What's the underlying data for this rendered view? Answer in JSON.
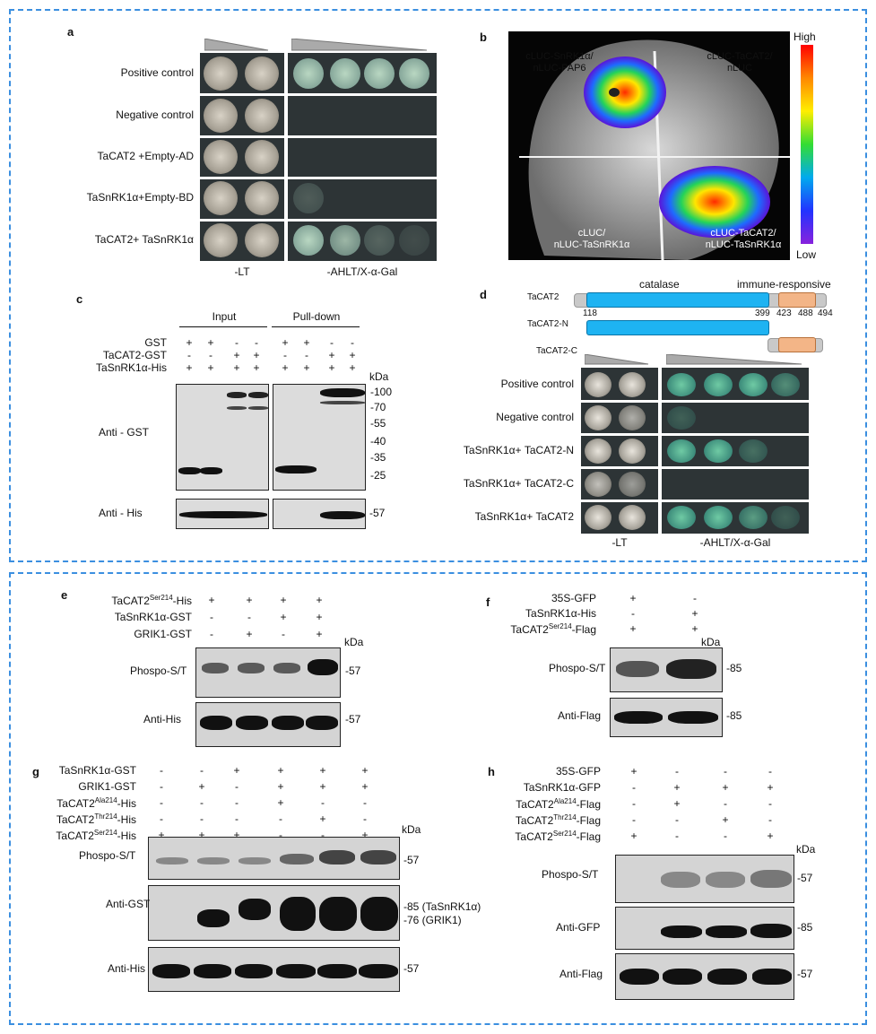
{
  "panels": {
    "a": {
      "label": "a",
      "rows": [
        "Positive control",
        "Negative control",
        "TaCAT2 +Empty-AD",
        "TaSnRK1α+Empty-BD",
        "TaCAT2+ TaSnRK1α"
      ],
      "media_lt": "-LT",
      "media_ahlt": "-AHLT/X-α-Gal"
    },
    "b": {
      "label": "b",
      "quadrants": {
        "tl": [
          "cLUC-SnRK1α/",
          "nLUC-PAP6"
        ],
        "tr": [
          "cLUC-TaCAT2/",
          "nLUC"
        ],
        "bl": [
          "cLUC/",
          "nLUC-TaSnRK1α"
        ],
        "br": [
          "cLUC-TaCAT2/",
          "nLUC-TaSnRK1α"
        ]
      },
      "scale_high": "High",
      "scale_low": "Low"
    },
    "c": {
      "label": "c",
      "group_input": "Input",
      "group_pulldown": "Pull-down",
      "rows": [
        {
          "name": "GST",
          "signs": [
            "+",
            "+",
            "-",
            "-",
            "+",
            "+",
            "-",
            "-"
          ]
        },
        {
          "name": "TaCAT2-GST",
          "signs": [
            "-",
            "-",
            "+",
            "+",
            "-",
            "-",
            "+",
            "+"
          ]
        },
        {
          "name": "TaSnRK1α-His",
          "signs": [
            "+",
            "+",
            "+",
            "+",
            "+",
            "+",
            "+",
            "+"
          ]
        }
      ],
      "kda": "kDa",
      "markers": [
        "-100",
        "-70",
        "-55",
        "-40",
        "-35",
        "-25"
      ],
      "his_marker": "-57",
      "blot_gst": "Anti - GST",
      "blot_his": "Anti - His"
    },
    "d": {
      "label": "d",
      "domain_catalase": "catalase",
      "domain_immune": "immune-responsive",
      "constructs": [
        "TaCAT2",
        "TaCAT2-N",
        "TaCAT2-C"
      ],
      "positions": [
        "118",
        "399",
        "423",
        "488",
        "494"
      ],
      "rows": [
        "Positive control",
        "Negative control",
        "TaSnRK1α+ TaCAT2-N",
        "TaSnRK1α+ TaCAT2-C",
        "TaSnRK1α+ TaCAT2"
      ],
      "media_lt": "-LT",
      "media_ahlt": "-AHLT/X-α-Gal"
    },
    "e": {
      "label": "e",
      "rows": [
        {
          "name": "TaCAT2",
          "sup": "Ser214",
          "suffix": "-His",
          "signs": [
            "+",
            "+",
            "+",
            "+"
          ]
        },
        {
          "name": "TaSnRK1α-GST",
          "sup": "",
          "suffix": "",
          "signs": [
            "-",
            "-",
            "+",
            "+"
          ]
        },
        {
          "name": "GRIK1-GST",
          "sup": "",
          "suffix": "",
          "signs": [
            "-",
            "+",
            "-",
            "+"
          ]
        }
      ],
      "kda": "kDa",
      "blot1": "Phospo-S/T",
      "blot1_marker": "-57",
      "blot2": "Anti-His",
      "blot2_marker": "-57"
    },
    "f": {
      "label": "f",
      "rows": [
        {
          "name": "35S-GFP",
          "sup": "",
          "suffix": "",
          "signs": [
            "+",
            "-"
          ]
        },
        {
          "name": "TaSnRK1α-His",
          "sup": "",
          "suffix": "",
          "signs": [
            "-",
            "+"
          ]
        },
        {
          "name": "TaCAT2",
          "sup": "Ser214",
          "suffix": "-Flag",
          "signs": [
            "+",
            "+"
          ]
        }
      ],
      "kda": "kDa",
      "blot1": "Phospo-S/T",
      "blot1_marker": "-85",
      "blot2": "Anti-Flag",
      "blot2_marker": "-85"
    },
    "g": {
      "label": "g",
      "rows": [
        {
          "name": "TaSnRK1α-GST",
          "sup": "",
          "suffix": "",
          "signs": [
            "-",
            "-",
            "+",
            "+",
            "+",
            "+"
          ]
        },
        {
          "name": "GRIK1-GST",
          "sup": "",
          "suffix": "",
          "signs": [
            "-",
            "+",
            "-",
            "+",
            "+",
            "+"
          ]
        },
        {
          "name": "TaCAT2",
          "sup": "Ala214",
          "suffix": "-His",
          "signs": [
            "-",
            "-",
            "-",
            "+",
            "-",
            "-"
          ]
        },
        {
          "name": "TaCAT2",
          "sup": "Thr214",
          "suffix": "-His",
          "signs": [
            "-",
            "-",
            "-",
            "-",
            "+",
            "-"
          ]
        },
        {
          "name": "TaCAT2",
          "sup": "Ser214",
          "suffix": "-His",
          "signs": [
            "+",
            "+",
            "+",
            "-",
            "-",
            "+"
          ]
        }
      ],
      "kda": "kDa",
      "blot1": "Phospo-S/T",
      "blot1_marker": "-57",
      "blot2": "Anti-GST",
      "blot2_marker_a": "-85 (TaSnRK1α)",
      "blot2_marker_b": "-76 (GRIK1)",
      "blot3": "Anti-His",
      "blot3_marker": "-57"
    },
    "h": {
      "label": "h",
      "rows": [
        {
          "name": "35S-GFP",
          "sup": "",
          "suffix": "",
          "signs": [
            "+",
            "-",
            "-",
            "-"
          ]
        },
        {
          "name": "TaSnRK1α-GFP",
          "sup": "",
          "suffix": "",
          "signs": [
            "-",
            "+",
            "+",
            "+"
          ]
        },
        {
          "name": "TaCAT2",
          "sup": "Ala214",
          "suffix": "-Flag",
          "signs": [
            "-",
            "+",
            "-",
            "-"
          ]
        },
        {
          "name": "TaCAT2",
          "sup": "Thr214",
          "suffix": "-Flag",
          "signs": [
            "-",
            "-",
            "+",
            "-"
          ]
        },
        {
          "name": "TaCAT2",
          "sup": "Ser214",
          "suffix": "-Flag",
          "signs": [
            "+",
            "-",
            "-",
            "+"
          ]
        }
      ],
      "kda": "kDa",
      "blot1": "Phospo-S/T",
      "blot1_marker": "-57",
      "blot2": "Anti-GFP",
      "blot2_marker": "-85",
      "blot3": "Anti-Flag",
      "blot3_marker": "-57"
    }
  }
}
